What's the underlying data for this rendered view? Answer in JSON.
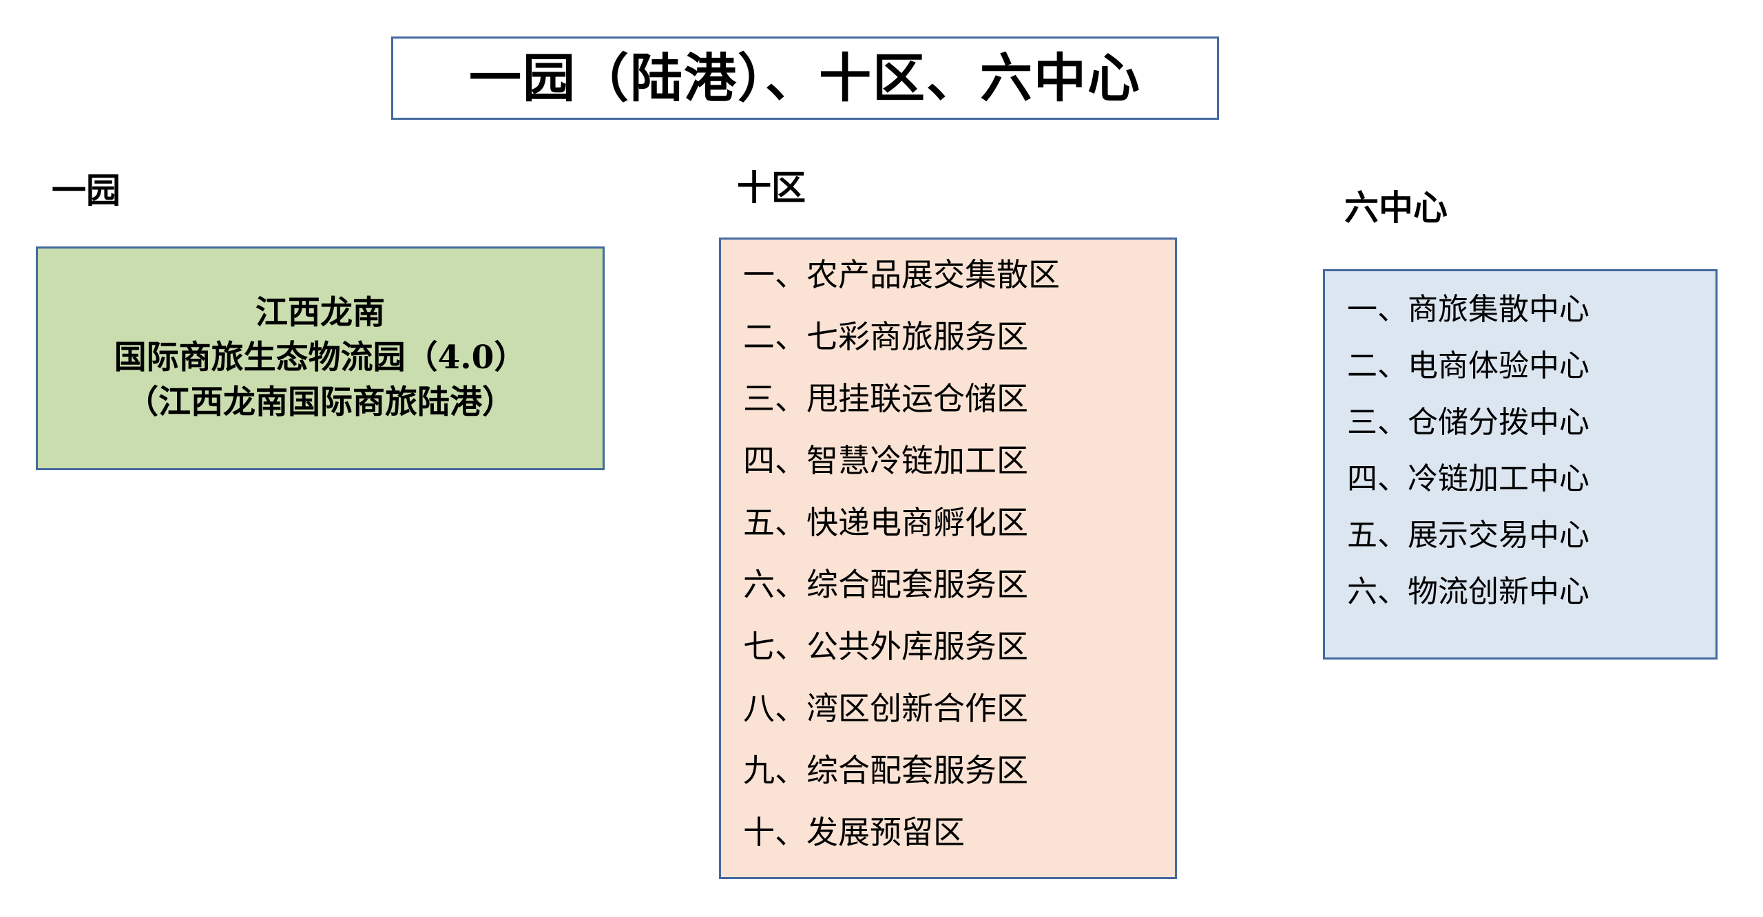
{
  "title": {
    "text": "一园（陆港）、十区、六中心"
  },
  "colors": {
    "border": "#44699E",
    "park_fill": "#C9DDAE",
    "zones_fill": "#FAE3D4",
    "centers_fill": "#DCE6F1",
    "background": "#FFFFFF",
    "text": "#000000"
  },
  "sections": {
    "park": {
      "header": "一园",
      "lines": [
        "江西龙南",
        "国际商旅生态物流园（4.0）",
        "（江西龙南国际商旅陆港）"
      ]
    },
    "zones": {
      "header": "十区",
      "items": [
        "一、农产品展交集散区",
        "二、七彩商旅服务区",
        "三、甩挂联运仓储区",
        "四、智慧冷链加工区",
        "五、快递电商孵化区",
        "六、综合配套服务区",
        "七、公共外库服务区",
        "八、湾区创新合作区",
        "九、综合配套服务区",
        "十、发展预留区"
      ]
    },
    "centers": {
      "header": "六中心",
      "items": [
        "一、商旅集散中心",
        "二、电商体验中心",
        "三、仓储分拨中心",
        "四、冷链加工中心",
        "五、展示交易中心",
        "六、物流创新中心"
      ]
    }
  }
}
